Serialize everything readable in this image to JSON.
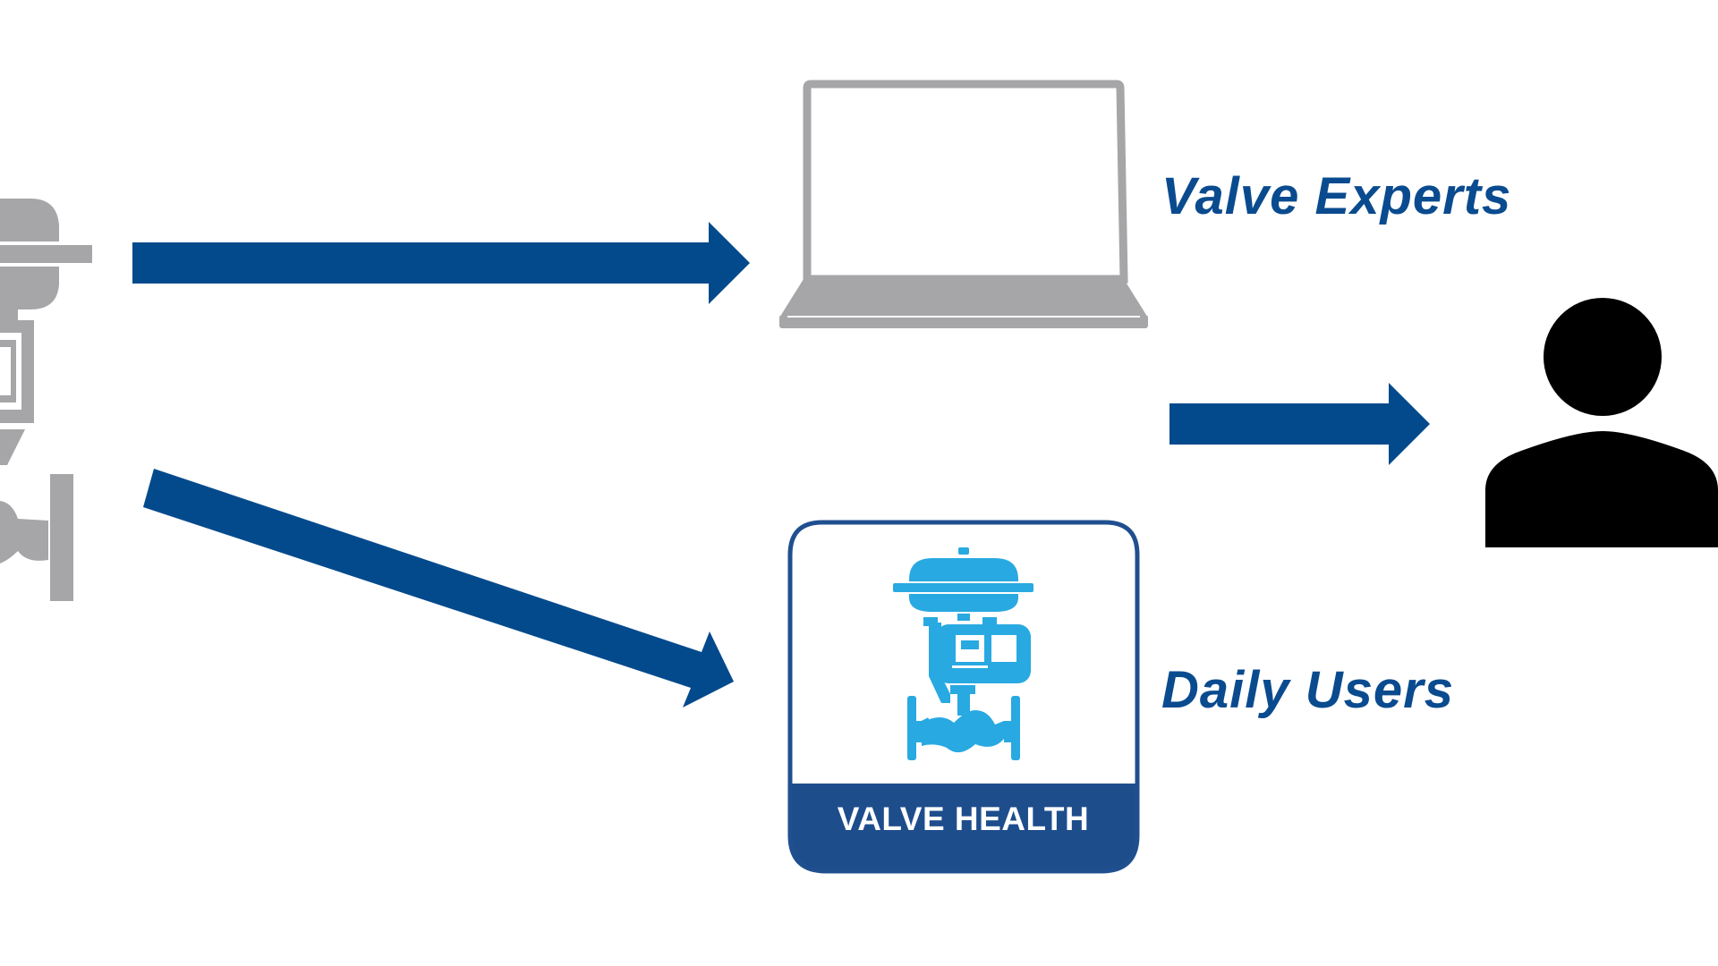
{
  "labels": {
    "valve_experts": "Valve Experts",
    "daily_users": "Daily Users"
  },
  "app_tile": {
    "caption": "VALVE HEALTH"
  },
  "icons": {
    "source": "valve-actuator-icon",
    "laptop": "laptop-icon",
    "app": "valve-health-app-icon",
    "user": "user-icon"
  },
  "colors": {
    "arrow": "#034a8c",
    "label": "#0a4b8f",
    "tile_border": "#1f4f8f",
    "tile_band": "#1e4d8c",
    "valve_blue": "#29a9e1",
    "device_gray": "#a6a6a8",
    "person": "#000000"
  }
}
